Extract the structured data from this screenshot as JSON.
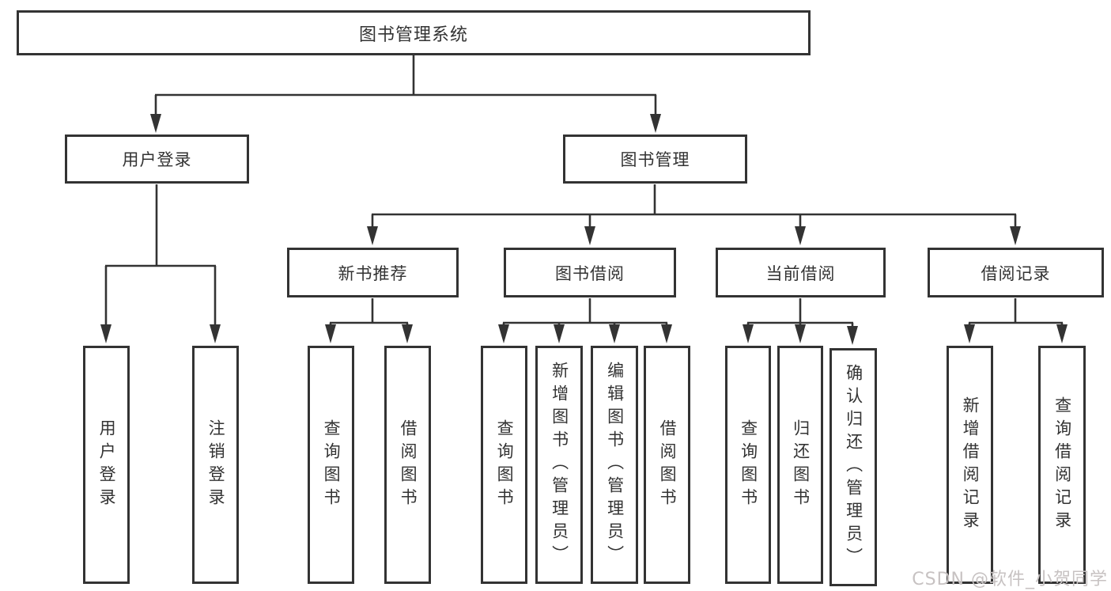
{
  "tree": {
    "label": "图书管理系统",
    "children": [
      {
        "label": "用户登录",
        "children": [
          {
            "label": "用户登录"
          },
          {
            "label": "注销登录"
          }
        ]
      },
      {
        "label": "图书管理",
        "children": [
          {
            "label": "新书推荐",
            "children": [
              {
                "label": "查询图书"
              },
              {
                "label": "借阅图书"
              }
            ]
          },
          {
            "label": "图书借阅",
            "children": [
              {
                "label": "查询图书"
              },
              {
                "label": "新增图书（管理员）"
              },
              {
                "label": "编辑图书（管理员）"
              },
              {
                "label": "借阅图书"
              }
            ]
          },
          {
            "label": "当前借阅",
            "children": [
              {
                "label": "查询图书"
              },
              {
                "label": "归还图书"
              },
              {
                "label": "确认归还（管理员）"
              }
            ]
          },
          {
            "label": "借阅记录",
            "children": [
              {
                "label": "新增借阅记录"
              },
              {
                "label": "查询借阅记录"
              }
            ]
          }
        ]
      }
    ]
  },
  "watermark": {
    "text": "CSDN @软件_小贺同学"
  },
  "colors": {
    "line": "#333333",
    "text": "#333333",
    "background": "#ffffff",
    "watermark": "#c7c2c2"
  }
}
